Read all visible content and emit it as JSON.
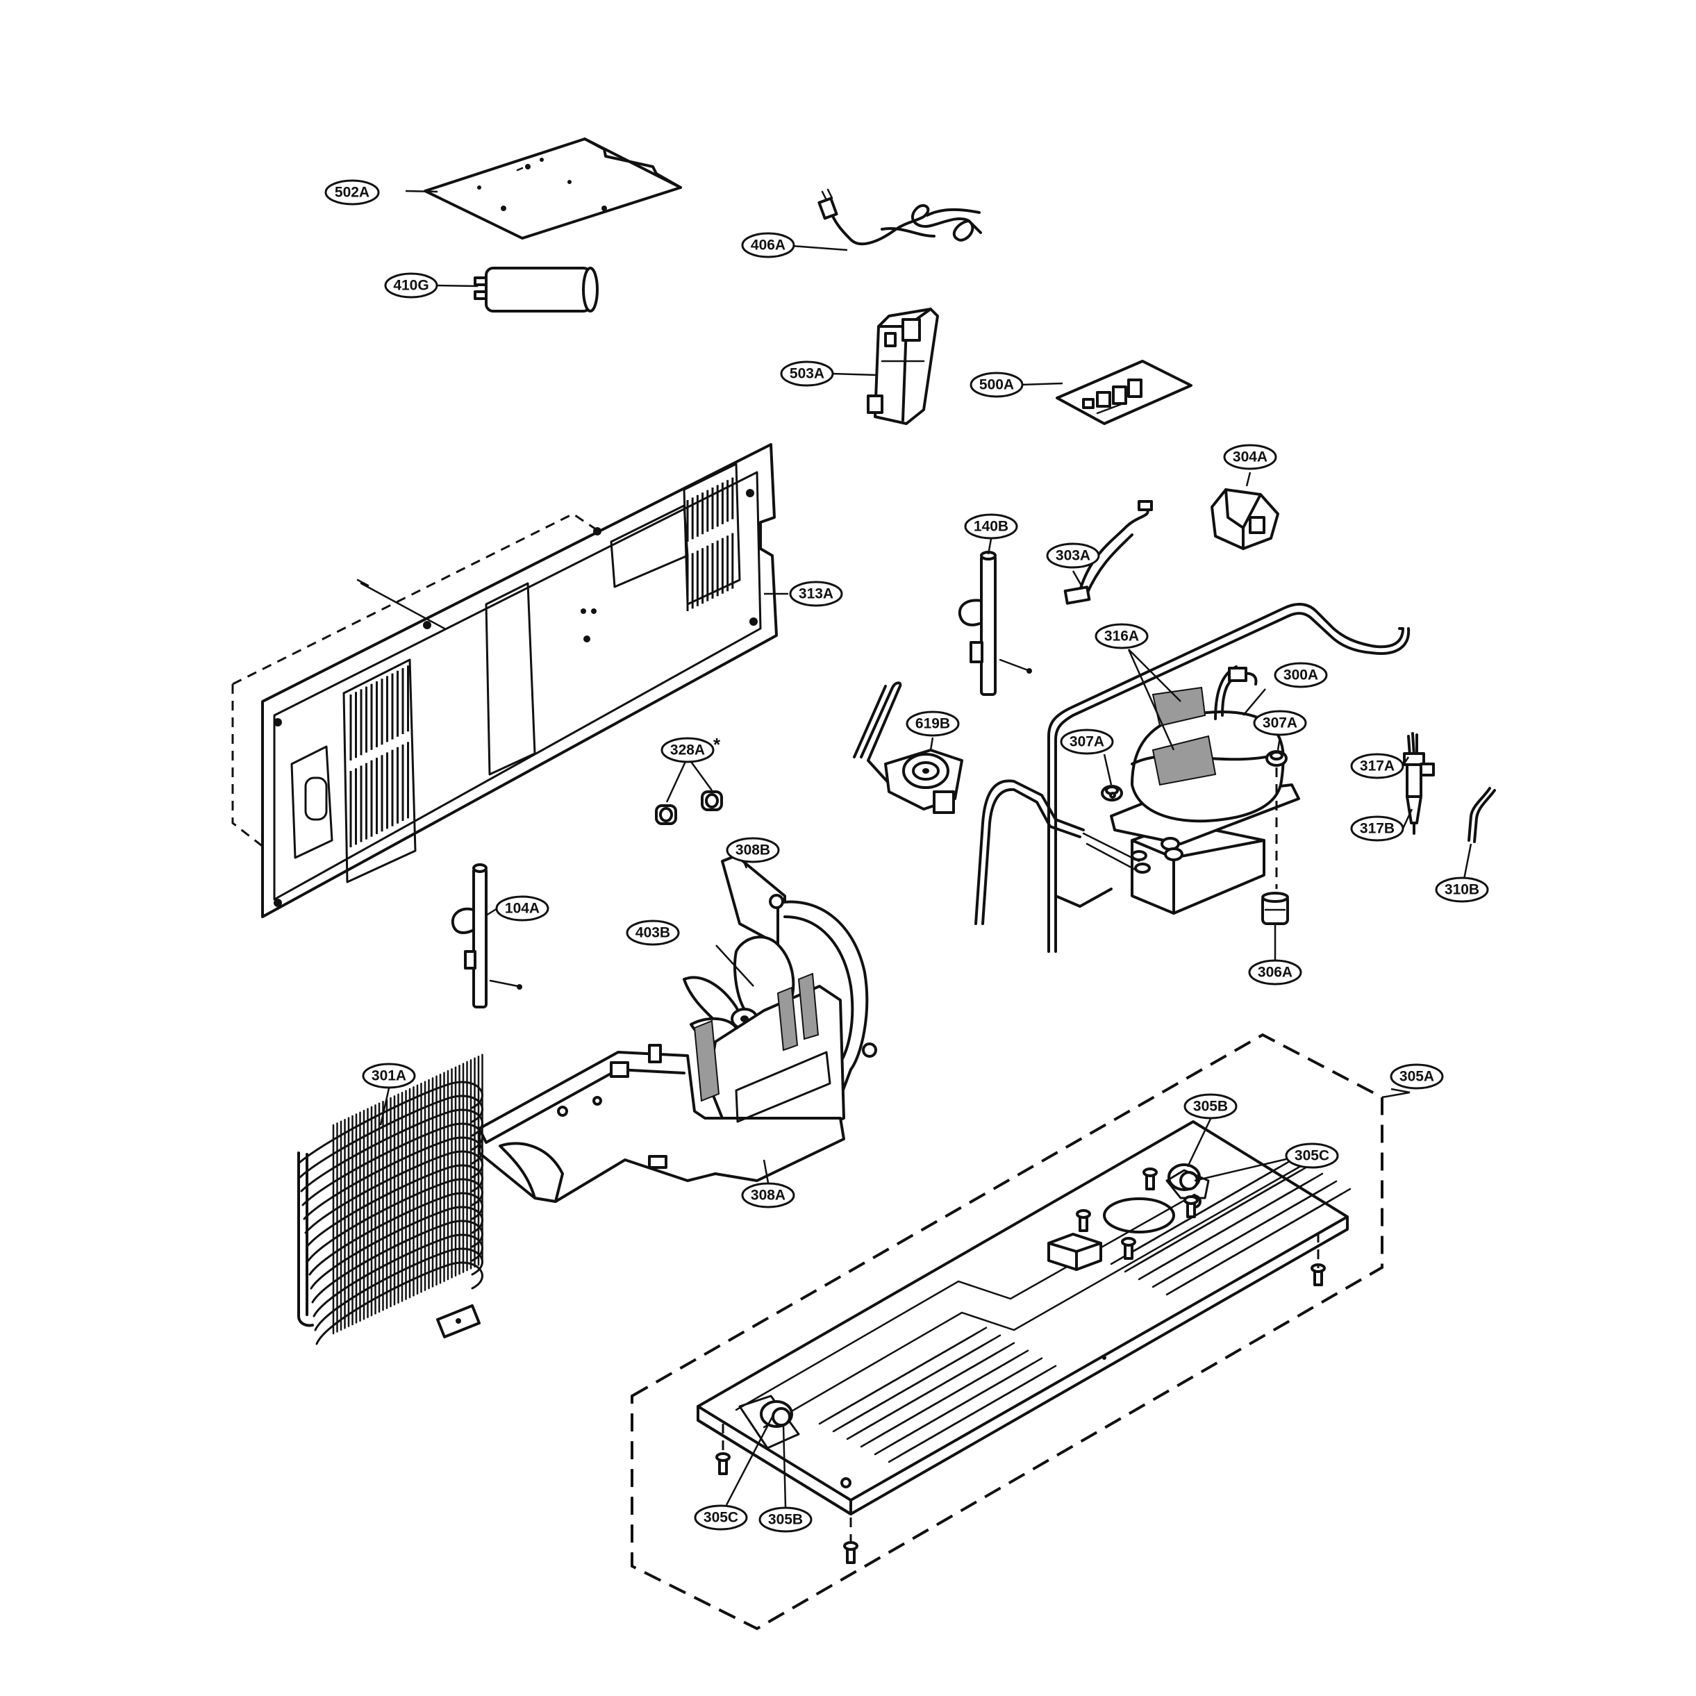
{
  "callouts": {
    "c502A": "502A",
    "c406A": "406A",
    "c410G": "410G",
    "c503A": "503A",
    "c500A": "500A",
    "c304A": "304A",
    "c140B": "140B",
    "c303A": "303A",
    "c313A": "313A",
    "c316A": "316A",
    "c300A": "300A",
    "c307A_left": "307A",
    "c307A_right": "307A",
    "c619B": "619B",
    "c317A": "317A",
    "c317B": "317B",
    "c328A": "328A",
    "c308B": "308B",
    "c104A": "104A",
    "c310B": "310B",
    "c403B": "403B",
    "c306A": "306A",
    "c301A": "301A",
    "c305A": "305A",
    "c305B_top": "305B",
    "c305C_top": "305C",
    "c308A": "308A",
    "c305C_bottom": "305C",
    "c305B_bottom": "305B"
  },
  "marks": {
    "asterisk": "*"
  }
}
